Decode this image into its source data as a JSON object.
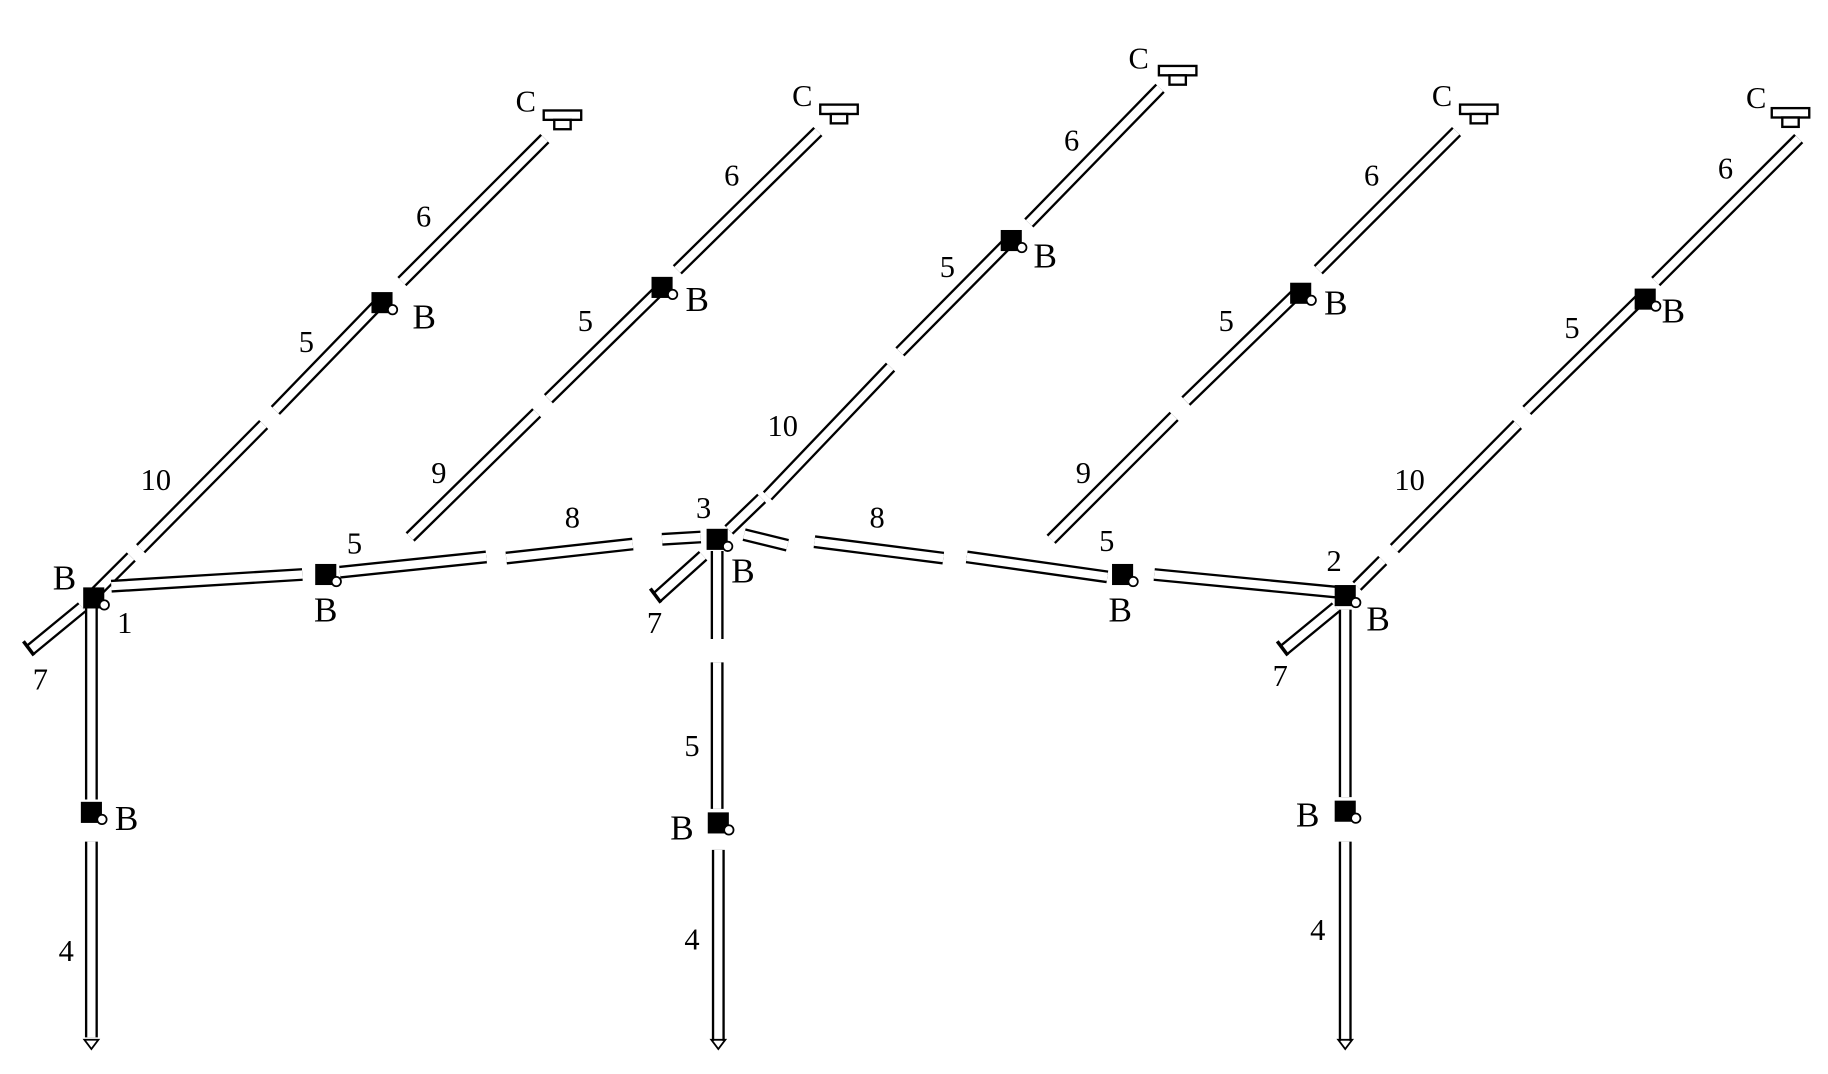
{
  "diagram": {
    "parts": {
      "p1": "1",
      "p2": "2",
      "p3": "3",
      "p4": "4",
      "p5": "5",
      "p6": "6",
      "p7": "7",
      "p8": "8",
      "p9": "9",
      "p10": "10"
    },
    "connectors": {
      "b": "B",
      "c": "C"
    },
    "labels": [
      {
        "text": "C"
      },
      {
        "text": "C"
      },
      {
        "text": "C"
      },
      {
        "text": "C"
      },
      {
        "text": "C"
      },
      {
        "text": "6"
      },
      {
        "text": "6"
      },
      {
        "text": "6"
      },
      {
        "text": "6"
      },
      {
        "text": "6"
      },
      {
        "text": "5"
      },
      {
        "text": "5"
      },
      {
        "text": "5"
      },
      {
        "text": "5"
      },
      {
        "text": "5"
      },
      {
        "text": "B"
      },
      {
        "text": "B"
      },
      {
        "text": "B"
      },
      {
        "text": "B"
      },
      {
        "text": "B"
      },
      {
        "text": "10"
      },
      {
        "text": "9"
      },
      {
        "text": "10"
      },
      {
        "text": "9"
      },
      {
        "text": "10"
      },
      {
        "text": "B"
      },
      {
        "text": "1"
      },
      {
        "text": "7"
      },
      {
        "text": "5"
      },
      {
        "text": "B"
      },
      {
        "text": "8"
      },
      {
        "text": "3"
      },
      {
        "text": "B"
      },
      {
        "text": "7"
      },
      {
        "text": "8"
      },
      {
        "text": "5"
      },
      {
        "text": "B"
      },
      {
        "text": "2"
      },
      {
        "text": "B"
      },
      {
        "text": "7"
      },
      {
        "text": "B"
      },
      {
        "text": "4"
      },
      {
        "text": "5"
      },
      {
        "text": "B"
      },
      {
        "text": "4"
      },
      {
        "text": "B"
      },
      {
        "text": "4"
      }
    ]
  }
}
